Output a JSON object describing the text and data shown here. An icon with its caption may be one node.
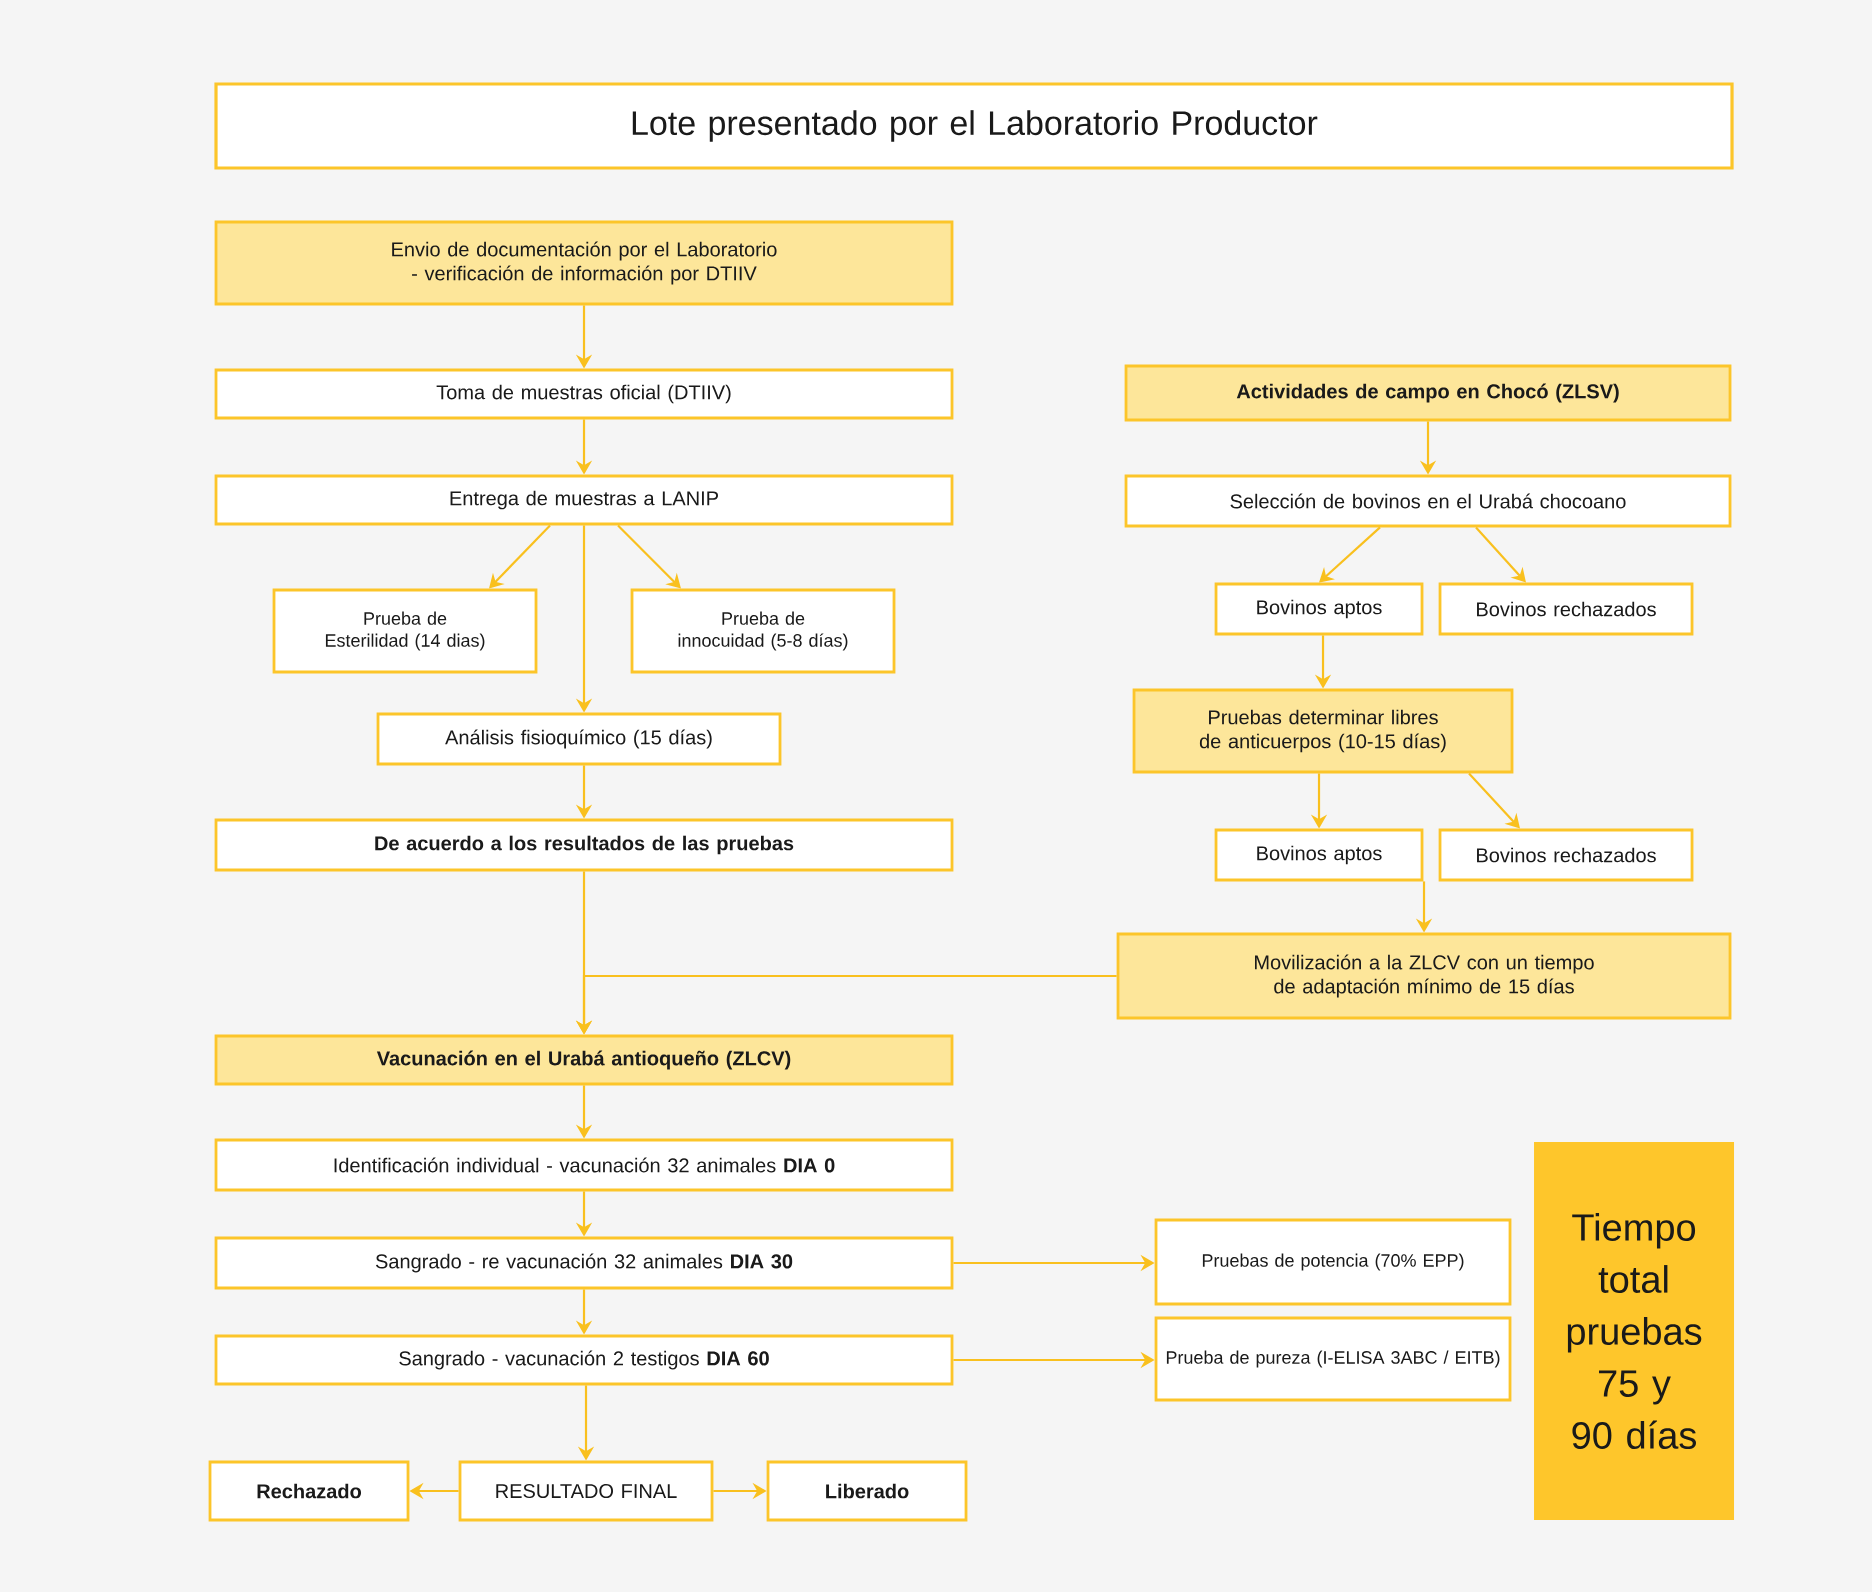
{
  "diagram": {
    "nodes": [
      {
        "text": [
          "Lote presentado por el Laboratorio Productor"
        ]
      },
      {
        "text": [
          "Envio de documentación por el Laboratorio - verificación de información por DTIIV"
        ]
      },
      {
        "text": [
          "Toma de muestras oficial (DTIIV)"
        ]
      },
      {
        "text": [
          "Entrega de muestras a LANIP"
        ]
      },
      {
        "text": [
          "Prueba de Esterilidad (14 dias)"
        ]
      },
      {
        "text": [
          "Prueba de innocuidad (5-8 días)"
        ]
      },
      {
        "text": [
          "Análisis fisioquímico (15 días)"
        ]
      },
      {
        "text": [
          "De acuerdo a los resultados de las pruebas"
        ]
      },
      {
        "text": [
          "Actividades de campo en Chocó (ZLSV)"
        ]
      },
      {
        "text": [
          "Selección de bovinos en el Urabá chocoano"
        ]
      },
      {
        "text": [
          "Bovinos aptos"
        ]
      },
      {
        "text": [
          "Bovinos rechazados"
        ]
      },
      {
        "text": [
          "Pruebas determinar libres de anticuerpos (10-15 días)"
        ]
      },
      {
        "text": [
          "Bovinos aptos"
        ]
      },
      {
        "text": [
          "Bovinos rechazados"
        ]
      },
      {
        "text": [
          "Movilización a la ZLCV con un tiempo de adaptación mínimo de 15 días"
        ]
      },
      {
        "text": [
          "Vacunación en el Urabá antioqueño (ZLCV)"
        ]
      },
      {
        "text": [
          "Identificación individual - vacunación 32 animales **DIA 0**"
        ]
      },
      {
        "text": [
          "Sangrado - re vacunación 32 animales **DIA 30**"
        ]
      },
      {
        "text": [
          "Sangrado - vacunación 2 testigos **DIA 60**"
        ]
      },
      {
        "text": [
          "Rechazado"
        ]
      },
      {
        "text": [
          "RESULTADO FINAL"
        ]
      },
      {
        "text": [
          "Liberado"
        ]
      },
      {
        "text": [
          "Pruebas de potencia (70% EPP)"
        ]
      },
      {
        "text": [
          "Prueba de pureza (I-ELISA 3ABC / EITB)"
        ]
      },
      {
        "text": [
          "Tiempo total pruebas 75 y 90 días"
        ]
      }
    ],
    "edges": [
      {
        "from": 1,
        "to": 2,
        "arrow": "to"
      },
      {
        "from": 2,
        "to": 3,
        "arrow": "to"
      },
      {
        "from": 3,
        "to": 4,
        "arrow": "to"
      },
      {
        "from": 3,
        "to": 5,
        "arrow": "to"
      },
      {
        "from": 3,
        "to": 6,
        "arrow": "to"
      },
      {
        "from": 6,
        "to": 7,
        "arrow": "to"
      },
      {
        "from": 7,
        "to": 16,
        "arrow": "to"
      },
      {
        "from": 15,
        "to": 16,
        "arrow": "to"
      },
      {
        "from": 8,
        "to": 9,
        "arrow": "to"
      },
      {
        "from": 9,
        "to": 10,
        "arrow": "to"
      },
      {
        "from": 9,
        "to": 11,
        "arrow": "to"
      },
      {
        "from": 10,
        "to": 12,
        "arrow": "to"
      },
      {
        "from": 12,
        "to": 13,
        "arrow": "to"
      },
      {
        "from": 12,
        "to": 14,
        "arrow": "to"
      },
      {
        "from": 13,
        "to": 15,
        "arrow": "to"
      },
      {
        "from": 16,
        "to": 17,
        "arrow": "to"
      },
      {
        "from": 17,
        "to": 18,
        "arrow": "to"
      },
      {
        "from": 18,
        "to": 19,
        "arrow": "to"
      },
      {
        "from": 18,
        "to": 23,
        "arrow": "to"
      },
      {
        "from": 19,
        "to": 24,
        "arrow": "to"
      },
      {
        "from": 19,
        "to": 21,
        "arrow": "to"
      },
      {
        "from": 21,
        "to": 20,
        "arrow": "to"
      },
      {
        "from": 21,
        "to": 22,
        "arrow": "to"
      }
    ]
  }
}
